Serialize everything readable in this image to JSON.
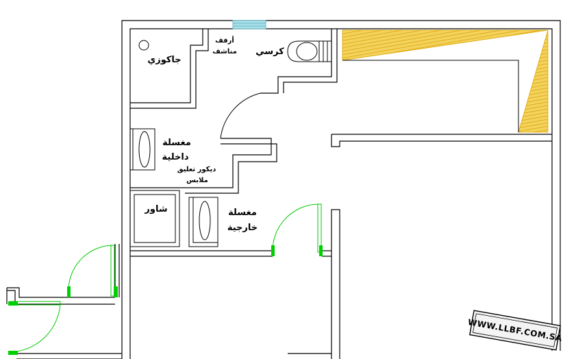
{
  "labels": {
    "jacuzzi": "جاكوزي",
    "shelves_line1": "أرفف",
    "shelves_line2": "مناشف",
    "toilet": "كرسي",
    "inner_sink_line1": "مغسلة",
    "inner_sink_line2": "داخلية",
    "decor_line1": "ديكور تعليق",
    "decor_line2": "ملابس",
    "shower": "شاور",
    "outer_sink_line1": "مغسلة",
    "outer_sink_line2": "خارجية"
  },
  "watermark": "WWW.LLBF.COM.SA",
  "colors": {
    "wall": "#000000",
    "door": "#00c800",
    "hatch_fill": "#f2d35c",
    "hatch_stroke": "#e0a500",
    "window": "#a8e0e8"
  }
}
